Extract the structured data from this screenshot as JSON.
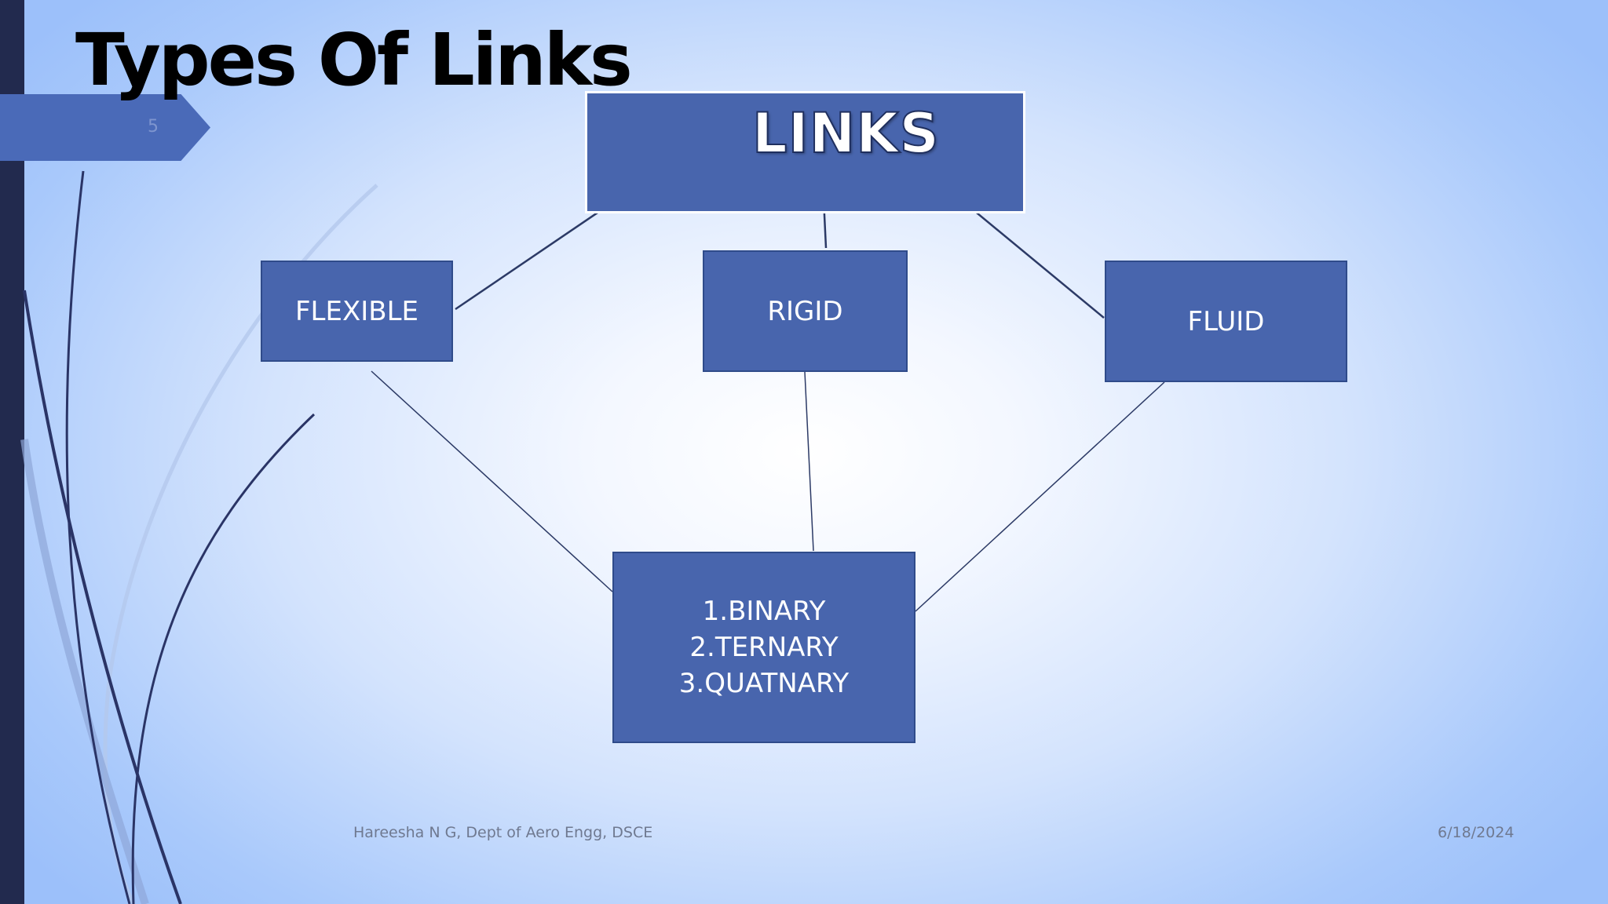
{
  "slide": {
    "title": "Types Of Links",
    "number": "5"
  },
  "diagram": {
    "root": "LINKS",
    "categories": [
      "FLEXIBLE",
      "RIGID",
      "FLUID"
    ],
    "sub_types": [
      "1.BINARY",
      "2.TERNARY",
      "3.QUATNARY"
    ]
  },
  "footer": {
    "author": "Hareesha N G, Dept of Aero Engg, DSCE",
    "date": "6/18/2024"
  },
  "colors": {
    "box_fill": "#4865ad",
    "left_bar": "#222a4e",
    "connector": "#2c3a66"
  }
}
